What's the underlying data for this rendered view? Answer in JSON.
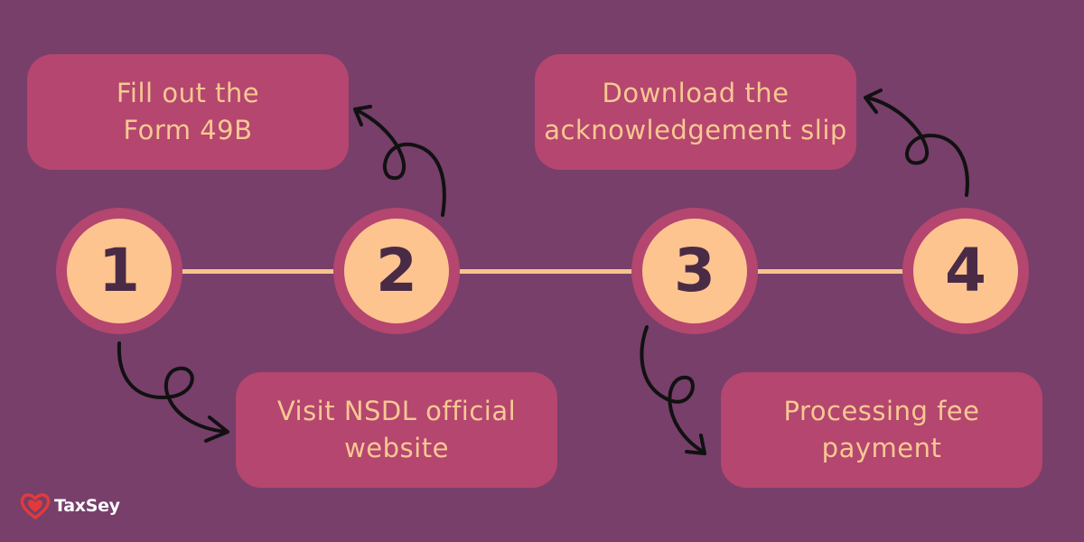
{
  "steps": [
    {
      "number": "1",
      "label": "Visit NSDL official website"
    },
    {
      "number": "2",
      "label": "Fill out the Form 49B"
    },
    {
      "number": "3",
      "label": "Processing fee payment"
    },
    {
      "number": "4",
      "label": "Download the acknowledgement slip"
    }
  ],
  "cards": {
    "card_1_line1": "Visit NSDL official",
    "card_1_line2": "website",
    "card_2_line1": "Fill out the",
    "card_2_line2": "Form 49B",
    "card_3_line1": "Processing fee",
    "card_3_line2": "payment",
    "card_4_line1": "Download the",
    "card_4_line2": "acknowledgement slip"
  },
  "brand": {
    "name": "TaxSey",
    "logo_icon": "heart-icon"
  },
  "colors": {
    "background": "#773f6a",
    "card": "#b4466f",
    "circle_ring": "#b4466f",
    "circle_fill": "#fdc48f",
    "number": "#4a2b46",
    "text": "#f8c892",
    "connector": "#f7c38c",
    "arrow": "#111111"
  }
}
